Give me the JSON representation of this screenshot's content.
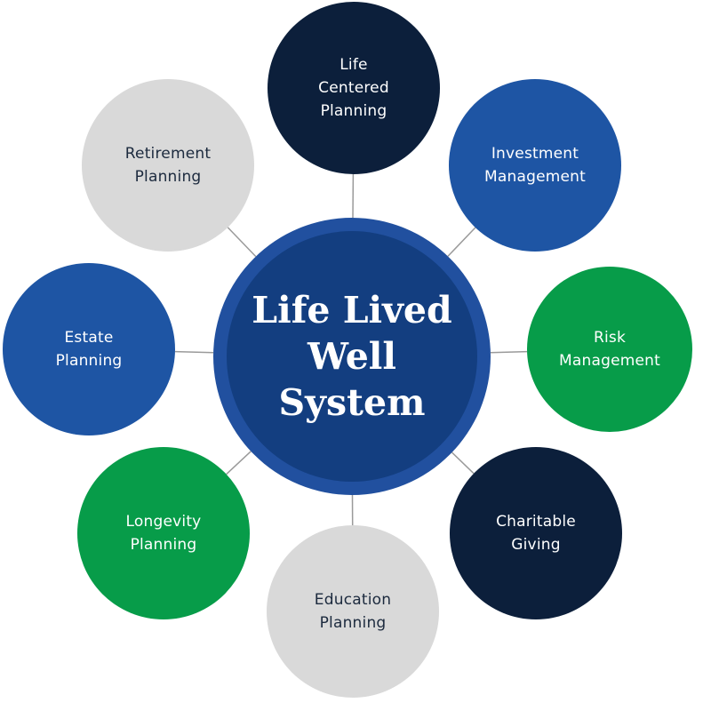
{
  "center": {
    "label": "Life Lived\nWell\nSystem",
    "color": "#133e80",
    "ring_color": "#21509f"
  },
  "connector_color": "#9a9a9a",
  "nodes": [
    {
      "id": "life-centered-planning",
      "label": "Life\nCentered\nPlanning",
      "fill": "#0c1f3b",
      "text_color": "#ffffff"
    },
    {
      "id": "investment-management",
      "label": "Investment\nManagement",
      "fill": "#1e55a4",
      "text_color": "#ffffff"
    },
    {
      "id": "risk-management",
      "label": "Risk\nManagement",
      "fill": "#079c49",
      "text_color": "#ffffff"
    },
    {
      "id": "charitable-giving",
      "label": "Charitable\nGiving",
      "fill": "#0c1f3b",
      "text_color": "#ffffff"
    },
    {
      "id": "education-planning",
      "label": "Education\nPlanning",
      "fill": "#d9d9d9",
      "text_color": "#1c2a3e"
    },
    {
      "id": "longevity-planning",
      "label": "Longevity\nPlanning",
      "fill": "#079c49",
      "text_color": "#ffffff"
    },
    {
      "id": "estate-planning",
      "label": "Estate\nPlanning",
      "fill": "#1e55a4",
      "text_color": "#ffffff"
    },
    {
      "id": "retirement-planning",
      "label": "Retirement\nPlanning",
      "fill": "#d9d9d9",
      "text_color": "#1c2a3e"
    }
  ]
}
